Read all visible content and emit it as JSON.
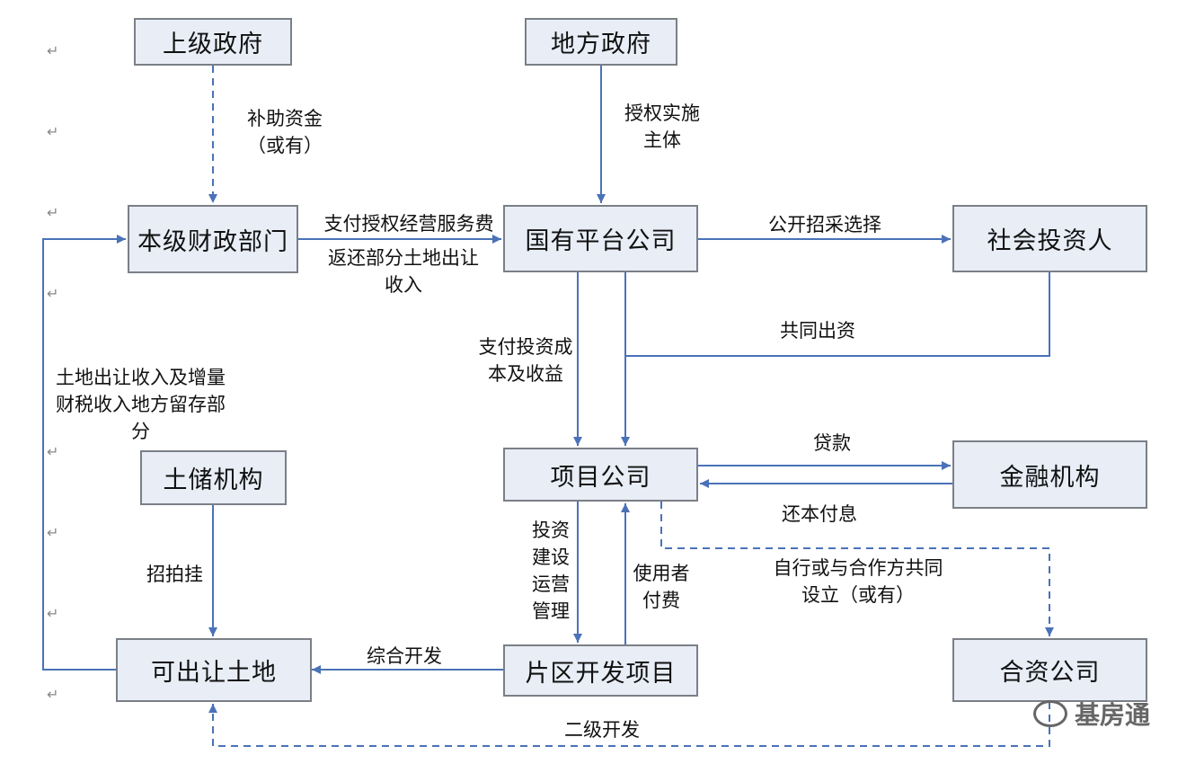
{
  "colors": {
    "node_fill": "#e8edf6",
    "node_border": "#7b7f86",
    "arrow": "#4a72b8",
    "text": "#111111"
  },
  "nodes": {
    "superior_gov": "上级政府",
    "local_gov": "地方政府",
    "finance_dept": "本级财政部门",
    "soe_platform": "国有平台公司",
    "social_investor": "社会投资人",
    "project_company": "项目公司",
    "financial_inst": "金融机构",
    "land_reserve": "土储机构",
    "transferable_land": "可出让土地",
    "area_dev_project": "片区开发项目",
    "joint_venture": "合资公司"
  },
  "edge_labels": {
    "subsidy": "补助资金\n（或有）",
    "authorize": "授权实施\n主体",
    "pay_service_fee": "支付授权经营服务费",
    "return_land_income": "返还部分土地出让\n收入",
    "public_procurement": "公开招采选择",
    "co_invest": "共同出资",
    "pay_cost_return": "支付投资成\n本及收益",
    "land_income_retained": "土地出让收入及增量\n财税收入地方留存部\n分",
    "loan": "贷款",
    "repay": "还本付息",
    "invest_build_operate": "投资\n建设\n运营\n管理",
    "user_fee": "使用者\n付费",
    "self_or_partner": "自行或与合作方共同\n设立（或有）",
    "auction": "招拍挂",
    "integrated_dev": "综合开发",
    "secondary_dev": "二级开发"
  },
  "watermark": "基房通",
  "return_mark": "↵"
}
